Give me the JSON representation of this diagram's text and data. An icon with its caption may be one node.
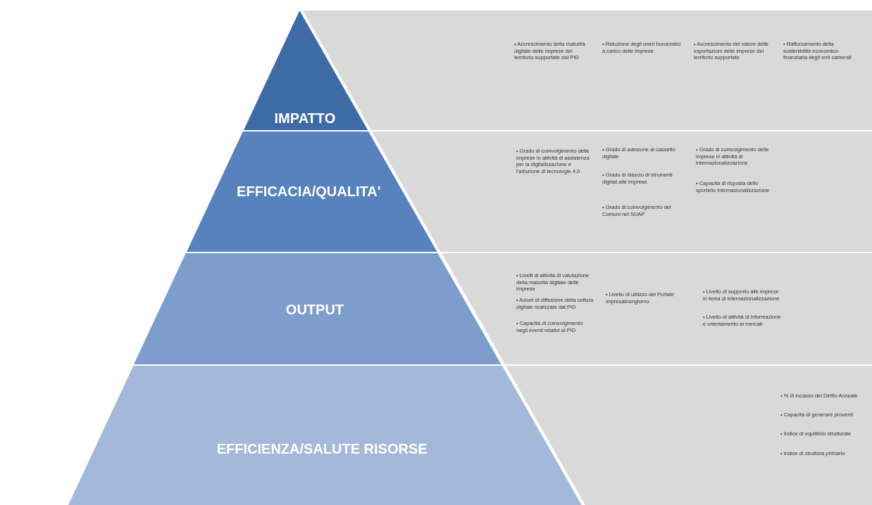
{
  "diagram": {
    "nodes": [
      {
        "text": [
          "IMPATTO"
        ]
      },
      {
        "text": [
          "EFFICACIA/QUALITA'"
        ]
      },
      {
        "text": [
          "OUTPUT"
        ]
      },
      {
        "text": [
          "EFFICIENZA/SALUTE RISORSE"
        ]
      },
      {
        "text": [
          "• Accrescimento della maturità digitale delle imprese del territorio supportate dal PID",
          "• Riduzione degli oneri burocratici a carico delle imprese",
          "• Accrescimento del valore delle esportazioni delle imprese del territorio supportate",
          "• Rafforzamento della sostenibilità economico-finanziaria degli enti camerali"
        ]
      },
      {
        "text": [
          "• Grado di coinvolgimento delle imprese in attività di assistenza per la digitalizzazione e l'adozione di tecnologie 4.0",
          "• Grado di adesione al cassetto digitale",
          "• Grado di rilascio di strumenti digitali alle imprese",
          "• Grado di coinvolgimento dei Comuni nel SUAP",
          "• Grado di coinvolgimento delle imprese in attività di internazionalizzazione",
          "• Capacità di risposta dello sportello internazionalizzazione"
        ]
      },
      {
        "text": [
          "• Livelli di attività di valutazione della maturità digitale delle imprese",
          "• Azioni di diffusione della cultura digitale realizzate dal PID",
          "• Capacità di coinvolgimento negli eventi relativi al PID",
          "• Livello di utilizzo del Portale impresainungiorno",
          "• Livello di supporto alle imprese in tema di internazionalizzazione",
          "• Livello di attività di informazione e orientamento ai mercati"
        ]
      },
      {
        "text": [
          "• % di incasso del Diritto Annuale",
          "• Capacità di generare proventi",
          "• Indice di equilibrio strutturale",
          "• Indice di struttura primario"
        ]
      }
    ]
  }
}
